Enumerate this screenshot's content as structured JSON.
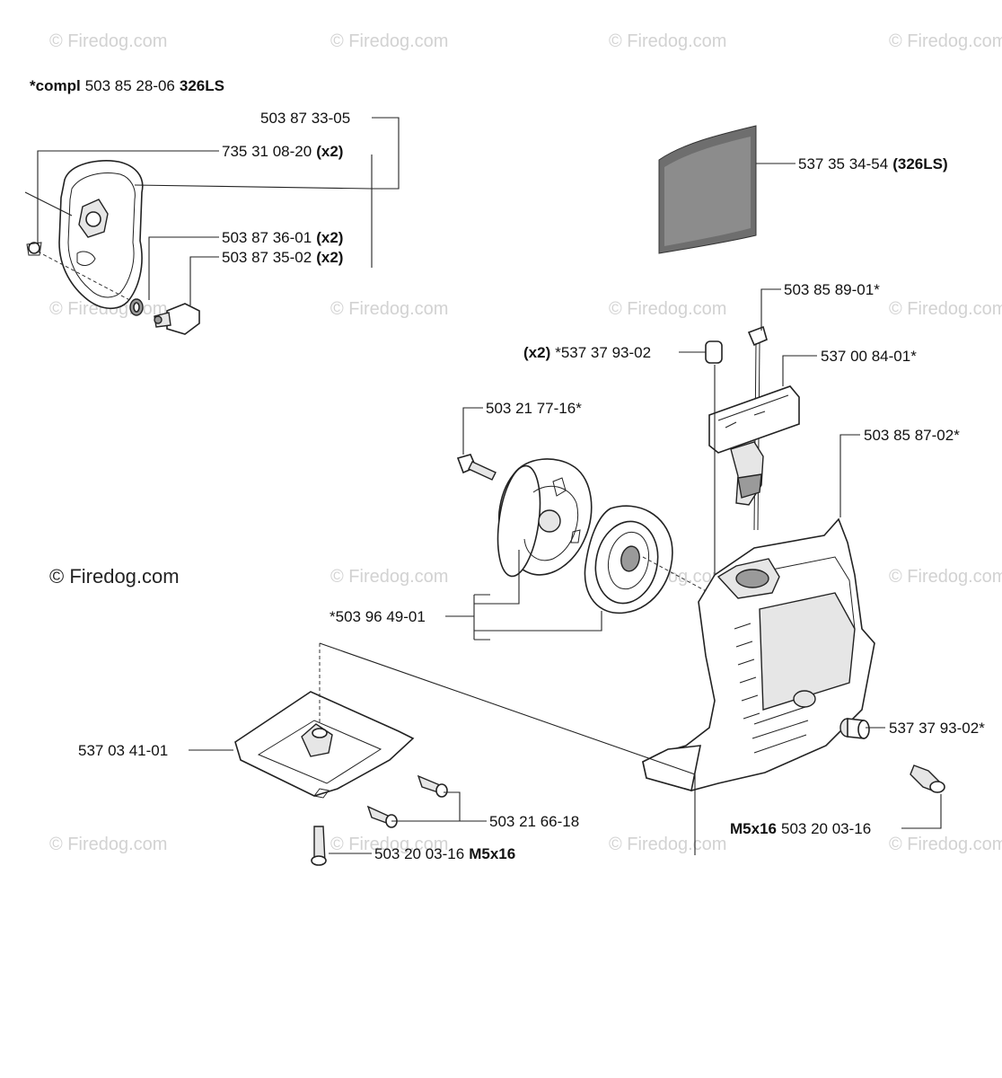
{
  "watermark": {
    "text": "© Firedog.com",
    "prominent_text": "© Firedog.com"
  },
  "title": {
    "prefix": "*compl",
    "number": "503 85 28-06",
    "model": "326LS"
  },
  "parts": {
    "p_503873305": {
      "number": "503 87 33-05",
      "note": ""
    },
    "p_735310820": {
      "number": "735 31 08-20",
      "note": "(x2)"
    },
    "p_503873601": {
      "number": "503 87 36-01",
      "note": "(x2)"
    },
    "p_503873502": {
      "number": "503 87 35-02",
      "note": "(x2)"
    },
    "p_537353454": {
      "number": "537 35 34-54",
      "note": "(326LS)"
    },
    "p_503858901": {
      "number": "503 85 89-01*",
      "note": ""
    },
    "p_537379302a": {
      "prefix": "(x2)",
      "number": "*537 37 93-02"
    },
    "p_537008401": {
      "number": "537 00 84-01*",
      "note": ""
    },
    "p_503217716": {
      "number": "503 21 77-16*",
      "note": ""
    },
    "p_503858702": {
      "number": "503 85 87-02*",
      "note": ""
    },
    "p_503964901": {
      "number": "*503 96 49-01",
      "note": ""
    },
    "p_537034101": {
      "number": "537 03 41-01",
      "note": ""
    },
    "p_537379302b": {
      "number": "537 37 93-02*",
      "note": ""
    },
    "p_503216618": {
      "number": "503 21 66-18",
      "note": ""
    },
    "p_503200316a": {
      "number": "503 20 03-16",
      "note": "M5x16"
    },
    "p_503200316b": {
      "prefix": "M5x16",
      "number": "503 20 03-16"
    }
  }
}
